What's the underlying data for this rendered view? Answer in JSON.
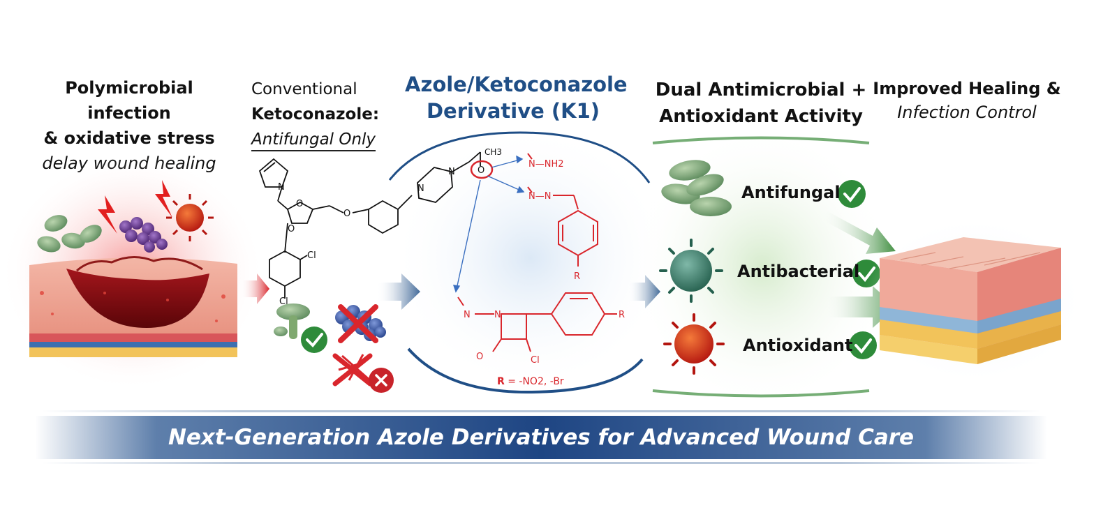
{
  "panel1": {
    "line1": "Polymicrobial infection",
    "line2": "& oxidative stress",
    "line3": "delay wound healing"
  },
  "panel2": {
    "line1": "Conventional",
    "line2": "Ketoconazole:",
    "line3": "Antifungal Only",
    "atoms": {
      "n": "N",
      "o1": "O",
      "o2": "O",
      "o3": "O",
      "cl1": "Cl",
      "cl2": "Cl"
    }
  },
  "panel3": {
    "line1": "Azole/Ketoconazole",
    "line2": "Derivative (K1)",
    "atoms": {
      "ch3": "CH3",
      "o": "O",
      "n1": "N",
      "n2": "N",
      "nh2": "N—NH2",
      "nn": "N—N",
      "r1": "R",
      "n3": "N",
      "n4": "N",
      "o_low": "O",
      "cl": "Cl",
      "r2": "R"
    },
    "legend_r": "R",
    "legend_rest": " = -NO2, -Br"
  },
  "panel4": {
    "line1": "Dual Antimicrobial +",
    "line2": "Antioxidant Activity",
    "items": [
      {
        "label": "Antifungal"
      },
      {
        "label": "Antibacterial"
      },
      {
        "label": "Antioxidant"
      }
    ]
  },
  "panel5": {
    "line1": "Improved Healing &",
    "line2": "Infection Control"
  },
  "banner": {
    "text": "Next-Generation Azole Derivatives for Advanced Wound Care"
  },
  "colors": {
    "blue": "#1f4e86",
    "red": "#d9262c",
    "green": "#3c8c3c",
    "check_green": "#2e8b3a"
  }
}
